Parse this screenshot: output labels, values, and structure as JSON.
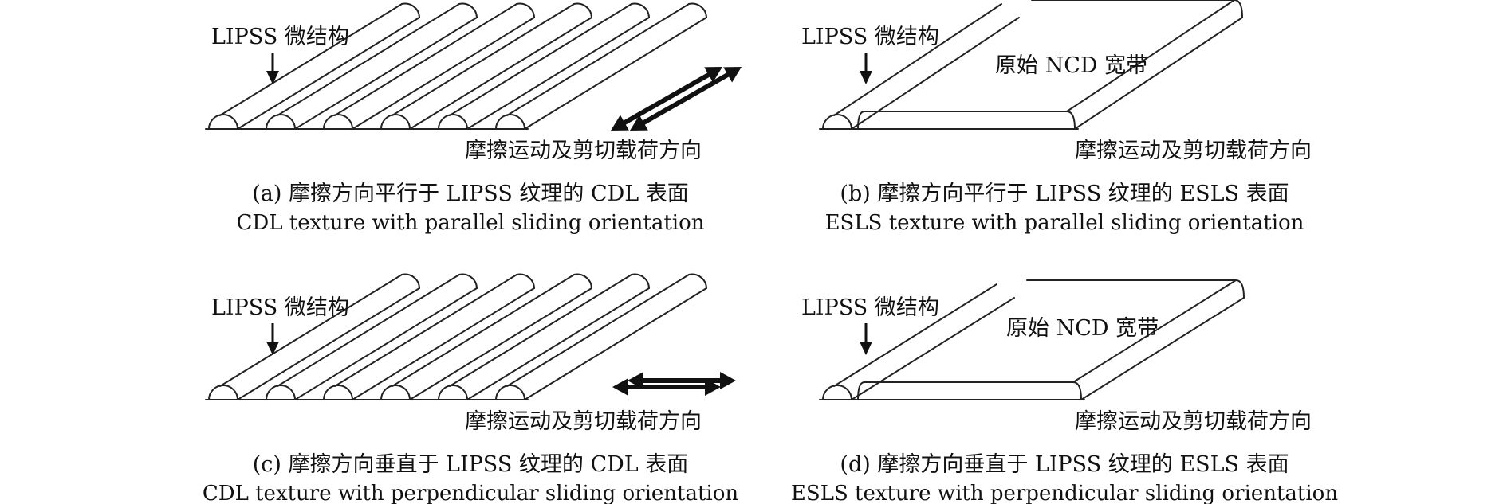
{
  "panels": [
    {
      "id": "a",
      "texture": "CDL",
      "arrow_direction": "diagonal",
      "lipss_label": "LIPSS 微结构",
      "band_label": "",
      "motion_label": "摩擦运动及剪切载荷方向",
      "caption_cn": "(a) 摩擦方向平行于 LIPSS 纹理的 CDL 表面",
      "caption_en": "CDL texture with parallel sliding orientation"
    },
    {
      "id": "b",
      "texture": "ESLS",
      "arrow_direction": "diagonal",
      "lipss_label": "LIPSS 微结构",
      "band_label": "原始 NCD 宽带",
      "motion_label": "摩擦运动及剪切载荷方向",
      "caption_cn": "(b) 摩擦方向平行于 LIPSS 纹理的 ESLS 表面",
      "caption_en": "ESLS texture with parallel sliding orientation"
    },
    {
      "id": "c",
      "texture": "CDL",
      "arrow_direction": "horizontal",
      "lipss_label": "LIPSS 微结构",
      "band_label": "",
      "motion_label": "摩擦运动及剪切载荷方向",
      "caption_cn": "(c) 摩擦方向垂直于 LIPSS 纹理的 CDL 表面",
      "caption_en": "CDL texture with perpendicular sliding orientation"
    },
    {
      "id": "d",
      "texture": "ESLS",
      "arrow_direction": "horizontal",
      "lipss_label": "LIPSS 微结构",
      "band_label": "原始 NCD 宽带",
      "motion_label": "摩擦运动及剪切载荷方向",
      "caption_cn": "(d) 摩擦方向垂直于 LIPSS 纹理的 ESLS 表面",
      "caption_en": "ESLS texture with perpendicular sliding orientation"
    }
  ]
}
